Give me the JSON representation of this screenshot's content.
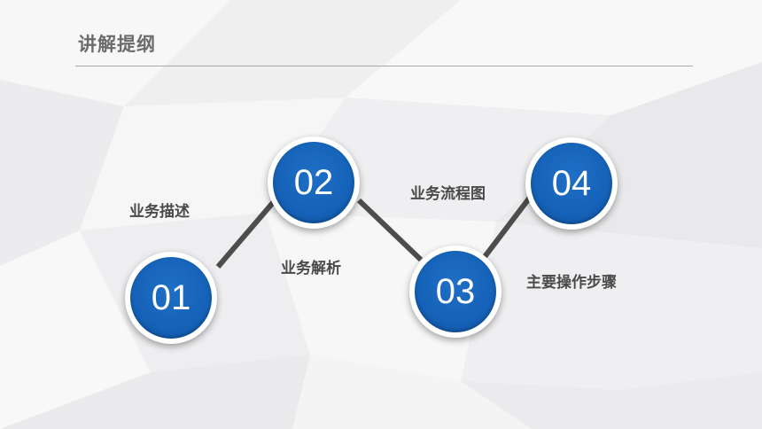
{
  "header": {
    "title": "讲解提纲"
  },
  "steps": [
    {
      "number": "01",
      "label": "业务描述"
    },
    {
      "number": "02",
      "label": "业务解析"
    },
    {
      "number": "03",
      "label": "业务流程图"
    },
    {
      "number": "04",
      "label": "主要操作步骤"
    }
  ],
  "colors": {
    "node_fill": "#1562b8",
    "connector": "#4d4d4d",
    "title_text": "#6b6b6b"
  }
}
